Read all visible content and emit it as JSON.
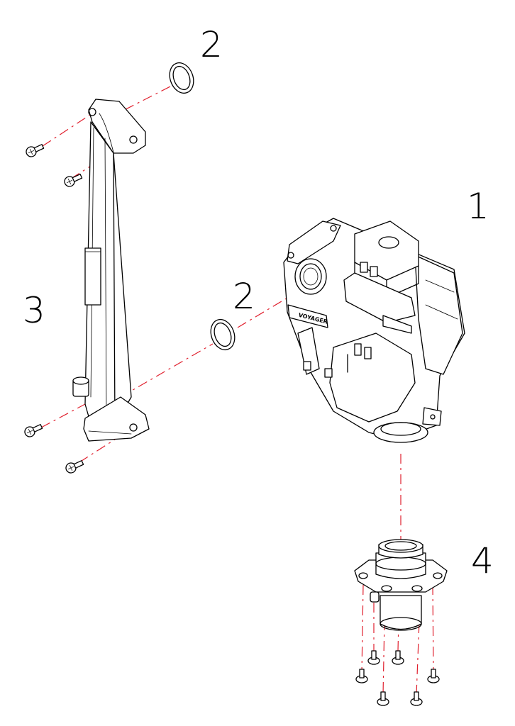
{
  "colors": {
    "ink": "#000000",
    "guide": "#e0202e",
    "background": "#ffffff"
  },
  "callouts": [
    {
      "id": "c1",
      "label": "1",
      "part": "gas-valve-assembly"
    },
    {
      "id": "c2a",
      "label": "2",
      "part": "o-ring-top"
    },
    {
      "id": "c2b",
      "label": "2",
      "part": "o-ring-middle"
    },
    {
      "id": "c3",
      "label": "3",
      "part": "gas-manifold-pipe"
    },
    {
      "id": "c4",
      "label": "4",
      "part": "valve-inlet-fitting"
    }
  ],
  "valve_label": "VOYAGER"
}
